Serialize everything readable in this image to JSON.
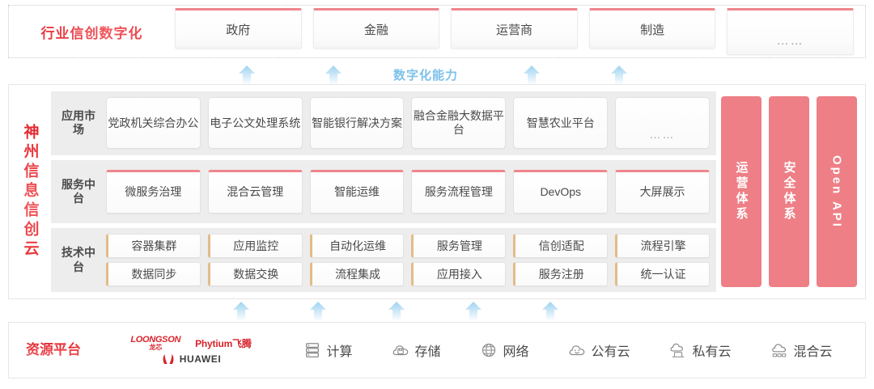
{
  "industry": {
    "title": "行业信创数字化",
    "boxes": [
      {
        "label": "政府"
      },
      {
        "label": "金融"
      },
      {
        "label": "运营商"
      },
      {
        "label": "制造"
      },
      {
        "label": "……"
      }
    ]
  },
  "capability_label": "数字化能力",
  "cloud": {
    "vertical_title": "神州信息信创云",
    "layers": [
      {
        "label": "应用市场",
        "cells": [
          "党政机关综合办公",
          "电子公文处理系统",
          "智能银行解决方案",
          "融合金融大数据平台",
          "智慧农业平台",
          "……"
        ]
      },
      {
        "label": "服务中台",
        "cells": [
          "微服务治理",
          "混合云管理",
          "智能运维",
          "服务流程管理",
          "DevOps",
          "大屏展示"
        ]
      },
      {
        "label": "技术中台",
        "row1": [
          "容器集群",
          "应用监控",
          "自动化运维",
          "服务管理",
          "信创适配",
          "流程引擎"
        ],
        "row2": [
          "数据同步",
          "数据交换",
          "流程集成",
          "应用接入",
          "服务注册",
          "统一认证"
        ]
      }
    ],
    "pillars": [
      {
        "label": "运营体系"
      },
      {
        "label": "安全体系"
      },
      {
        "label": "Open API"
      }
    ]
  },
  "resource": {
    "title": "资源平台",
    "logos": [
      {
        "name": "loongson-logo",
        "line1": "LOONGSON",
        "line2": "龙芯"
      },
      {
        "name": "phytium-logo",
        "text": "Phytium飞腾"
      },
      {
        "name": "huawei-logo",
        "text": "HUAWEI"
      }
    ],
    "items": [
      {
        "label": "计算",
        "icon": "server-rack-icon"
      },
      {
        "label": "存储",
        "icon": "cloud-storage-icon"
      },
      {
        "label": "网络",
        "icon": "network-icon"
      },
      {
        "label": "公有云",
        "icon": "public-cloud-icon"
      },
      {
        "label": "私有云",
        "icon": "private-cloud-icon"
      },
      {
        "label": "混合云",
        "icon": "hybrid-cloud-icon"
      }
    ]
  },
  "colors": {
    "brand_red": "#e3242b",
    "pink_accent": "#ef868c",
    "pillar_pink": "#ee7f86",
    "arrow_blue": "#a8d8f0",
    "capability_text": "#7ec1ea",
    "band_gray": "#ededed",
    "tech_accent": "#e4bb8a"
  }
}
